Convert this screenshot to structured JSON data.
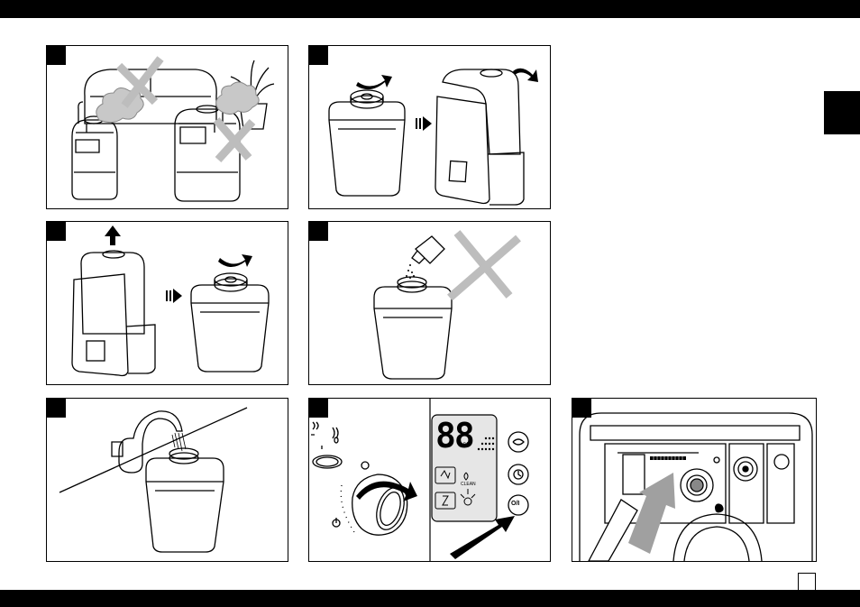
{
  "display": {
    "digits": "88",
    "percent_sign": "%",
    "clean_label": "CLEAN",
    "power_label": "O/I"
  },
  "colors": {
    "ink": "#000000",
    "warning_grey": "#bdbdbd",
    "arrow_grey": "#a0a0a0",
    "display_bg": "#e6e6e6"
  }
}
